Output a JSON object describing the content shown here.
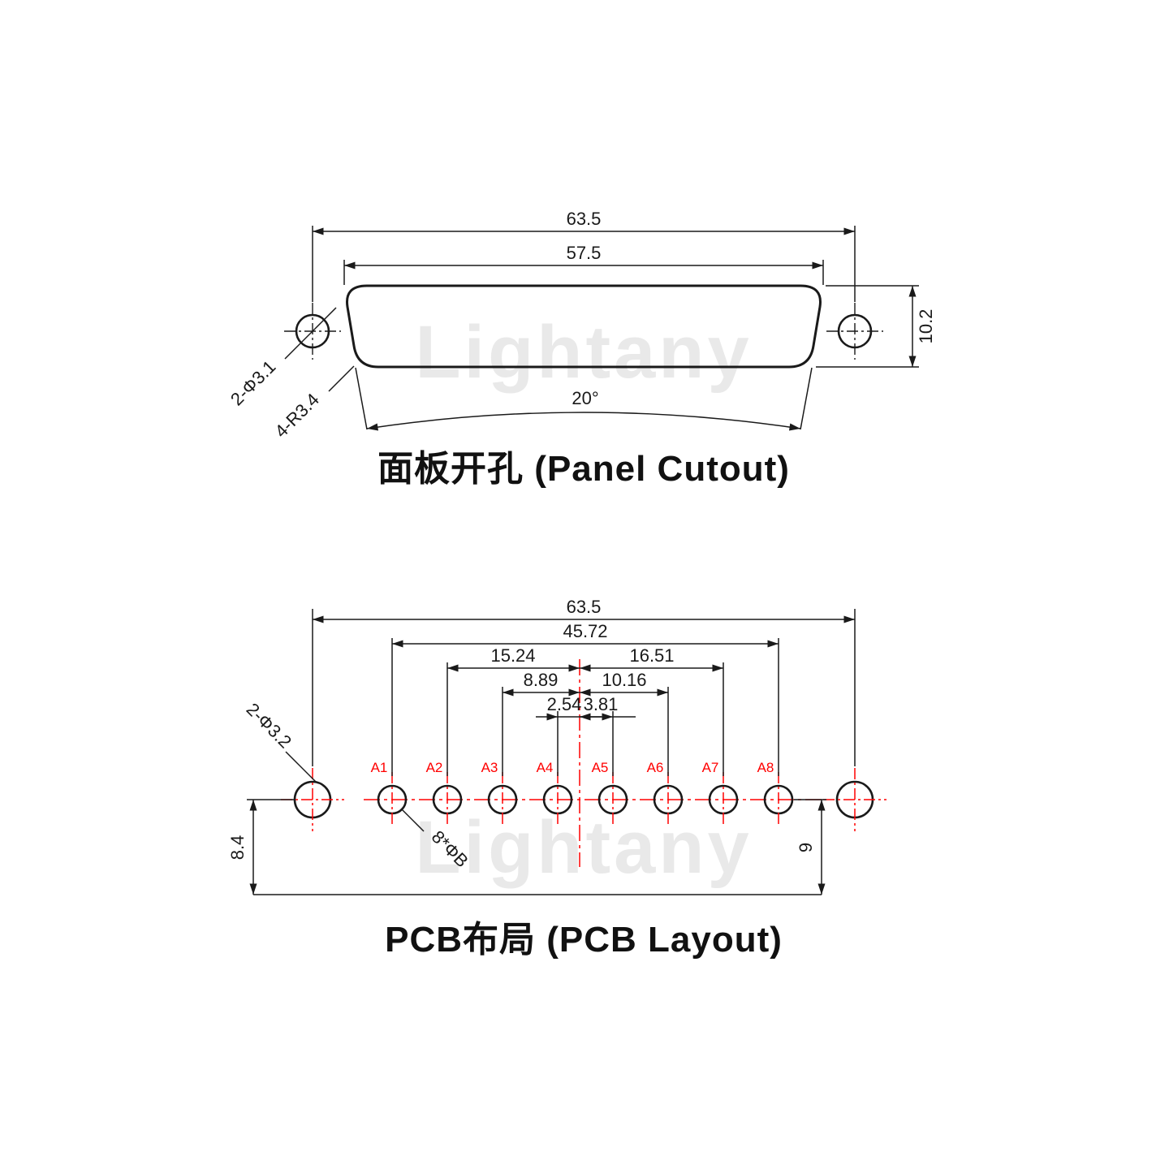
{
  "watermark": "Lightany",
  "panel_cutout": {
    "title": "面板开孔 (Panel Cutout)",
    "dim_outer_width": "63.5",
    "dim_inner_width": "57.5",
    "dim_height": "10.2",
    "dim_angle": "20°",
    "label_mount_holes": "2-Φ3.1",
    "label_corner_radius": "4-R3.4"
  },
  "pcb_layout": {
    "title": "PCB布局 (PCB Layout)",
    "dim_outer_width": "63.5",
    "dim_pin_span": "45.72",
    "dim_a2_to_center": "15.24",
    "dim_center_to_a7": "16.51",
    "dim_a3_to_center": "8.89",
    "dim_center_to_a6": "10.16",
    "dim_a4_to_center": "2.54",
    "dim_center_to_a5": "3.81",
    "dim_row_to_edge_left": "8.4",
    "dim_row_to_edge_right": "9",
    "label_mount_holes": "2-Φ3.2",
    "label_pin_holes": "8*ΦB",
    "pins": [
      "A1",
      "A2",
      "A3",
      "A4",
      "A5",
      "A6",
      "A7",
      "A8"
    ]
  }
}
